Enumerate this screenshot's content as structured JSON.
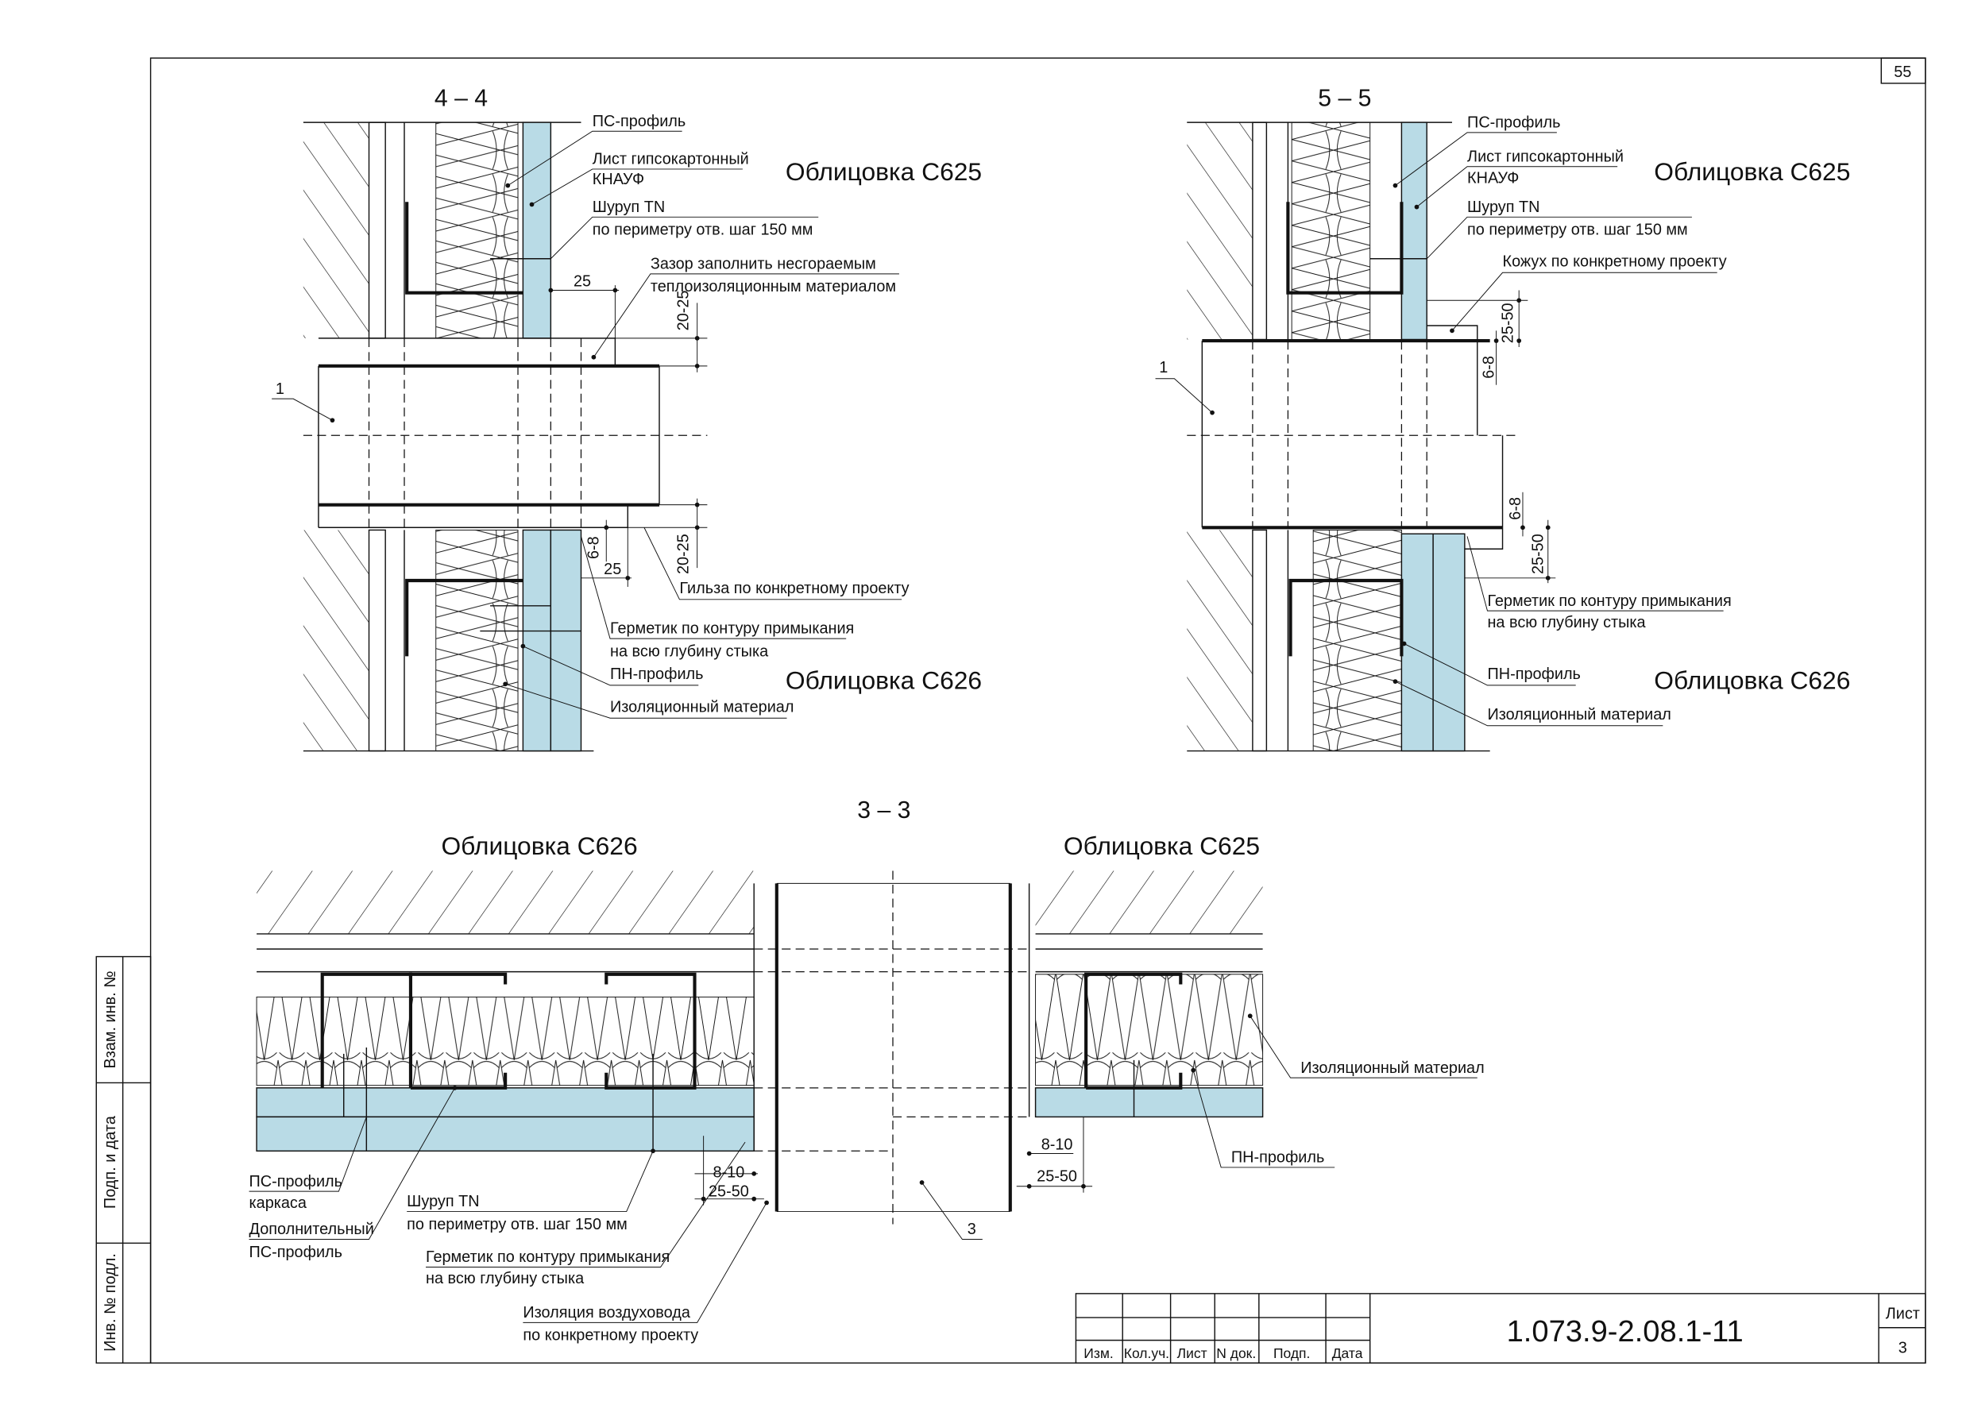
{
  "sheet": {
    "corner_number": "55",
    "side_stamp": [
      "Взам. инв. №",
      "Подп. и дата",
      "Инв. № подл."
    ],
    "title_block": {
      "columns": [
        "Изм.",
        "Кол.уч.",
        "Лист",
        "N док.",
        "Подп.",
        "Дата"
      ],
      "document_code": "1.073.9-2.08.1-11",
      "sheet_label": "Лист",
      "sheet_number": "3"
    }
  },
  "section_4_4": {
    "title": "4 – 4",
    "cladding_top": "Облицовка С625",
    "cladding_bottom": "Облицовка С626",
    "labels": {
      "ps_profile": "ПС-профиль",
      "gypsum_1": "Лист гипсокартонный",
      "gypsum_2": "КНАУФ",
      "screw_1": "Шуруп TN",
      "screw_2": "по периметру отв. шаг 150 мм",
      "gap_1": "Зазор заполнить несгораемым",
      "gap_2": "теплоизоляционным материалом",
      "sleeve": "Гильза по конкретному проекту",
      "sealant_1": "Герметик по контуру примыкания",
      "sealant_2": "на всю глубину стыка",
      "pn_profile": "ПН-профиль",
      "insulation": "Изоляционный материал",
      "pos_1": "1"
    },
    "dims": {
      "d25_top": "25",
      "d2025_top": "20-25",
      "d68": "6-8",
      "d25_bottom": "25",
      "d2025_bottom": "20-25"
    }
  },
  "section_5_5": {
    "title": "5 – 5",
    "cladding_top": "Облицовка С625",
    "cladding_bottom": "Облицовка С626",
    "labels": {
      "ps_profile": "ПС-профиль",
      "gypsum_1": "Лист гипсокартонный",
      "gypsum_2": "КНАУФ",
      "screw_1": "Шуруп TN",
      "screw_2": "по периметру отв. шаг 150 мм",
      "casing": "Кожух по конкретному проекту",
      "sealant_1": "Герметик по контуру примыкания",
      "sealant_2": "на всю глубину стыка",
      "pn_profile": "ПН-профиль",
      "insulation": "Изоляционный материал",
      "pos_1": "1"
    },
    "dims": {
      "d2550_top": "25-50",
      "d68_top": "6-8",
      "d68_bottom": "6-8",
      "d2550_bottom": "25-50"
    }
  },
  "section_3_3": {
    "title": "3 – 3",
    "cladding_left": "Облицовка С626",
    "cladding_right": "Облицовка С625",
    "labels": {
      "ps_frame_1": "ПС-профиль",
      "ps_frame_2": "каркаса",
      "extra_ps_1": "Дополнительный",
      "extra_ps_2": "ПС-профиль",
      "screw_1": "Шуруп TN",
      "screw_2": "по периметру отв. шаг 150 мм",
      "sealant_1": "Герметик по контуру примыкания",
      "sealant_2": "на всю глубину стыка",
      "duct_ins_1": "Изоляция воздуховода",
      "duct_ins_2": "по конкретному проекту",
      "insulation": "Изоляционный материал",
      "pn_profile": "ПН-профиль",
      "pos_3": "3"
    },
    "dims": {
      "d810_left": "8-10",
      "d2550_left": "25-50",
      "d810_right": "8-10",
      "d2550_right": "25-50"
    }
  },
  "colors": {
    "gypsum_board": "#b9dbe6",
    "line": "#111111"
  }
}
